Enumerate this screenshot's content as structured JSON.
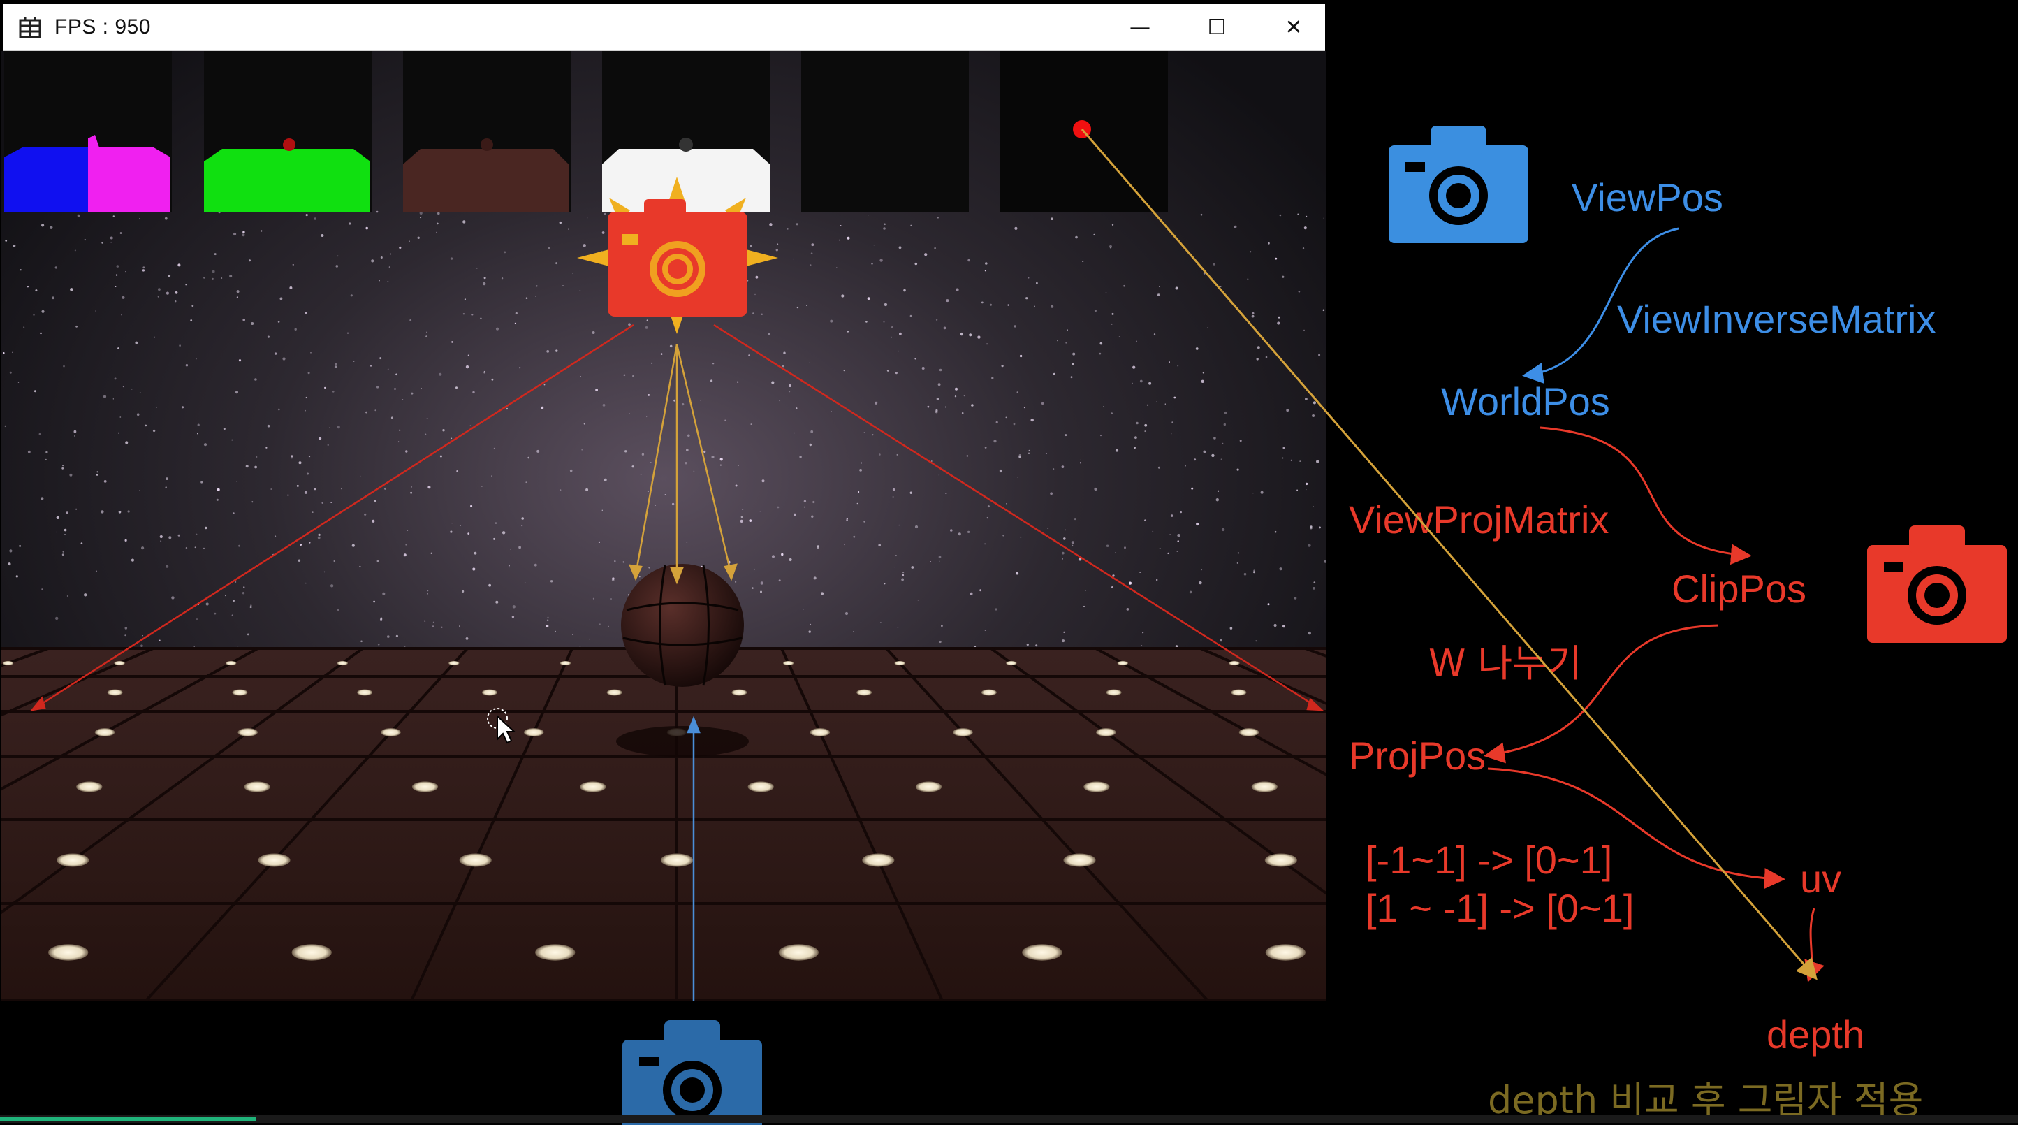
{
  "window": {
    "title": "FPS : 950",
    "minimize_glyph": "—",
    "maximize_glyph": "☐",
    "close_glyph": "✕"
  },
  "diagram": {
    "view_pos": "ViewPos",
    "view_inverse_matrix": "ViewInverseMatrix",
    "world_pos": "WorldPos",
    "view_proj_matrix": "ViewProjMatrix",
    "clip_pos": "ClipPos",
    "w_divide": "W 나누기",
    "proj_pos": "ProjPos",
    "range_line_1": "[-1~1] -> [0~1]",
    "range_line_2": "[1 ~ -1] -> [0~1]",
    "uv": "uv",
    "depth": "depth",
    "depth_compare": "depth 비교 후 그림자 적용"
  },
  "colors": {
    "blue_label": "#3d8ee6",
    "red_label": "#e8392a",
    "olive_label": "#7b6a22",
    "camera_blue": "#3b8fe0",
    "camera_red": "#e8392a",
    "camera_dark_blue": "#2b6aa8",
    "frustum_line": "#d0281e",
    "depth_ray": "#d4a23a"
  },
  "icons": {
    "app": "app-icon",
    "camera": "camera-icon",
    "light_source": "sun-camera-icon",
    "cursor": "mouse-cursor-icon"
  },
  "playback": {
    "progress_fraction": 0.127
  }
}
